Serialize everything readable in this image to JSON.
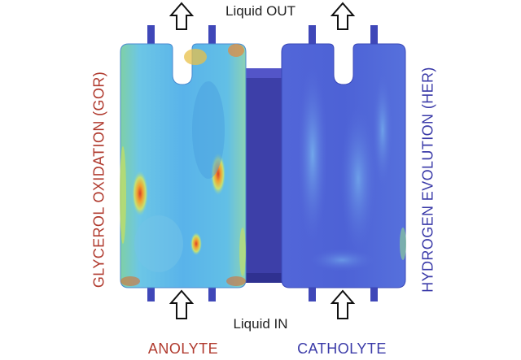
{
  "labels": {
    "liquid_out": "Liquid OUT",
    "liquid_in": "Liquid IN",
    "anolyte": "ANOLYTE",
    "catholyte": "CATHOLYTE",
    "gor": "GLYCEROL OXIDATION (GOR)",
    "her": "HYDROGEN EVOLUTION (HER)"
  },
  "colors": {
    "anolyte_text": "#b03a2e",
    "catholyte_text": "#3a3aa8",
    "gor_text": "#b03a2e",
    "her_text": "#3a3aa8",
    "anode_fill": "#5bb8e8",
    "cathode_fill": "#4a5fd6",
    "membrane": "#3d3fa8",
    "port": "#3f47b8",
    "hot_spot": "#e8402a"
  },
  "icons": [
    "arrow-up-icon"
  ]
}
